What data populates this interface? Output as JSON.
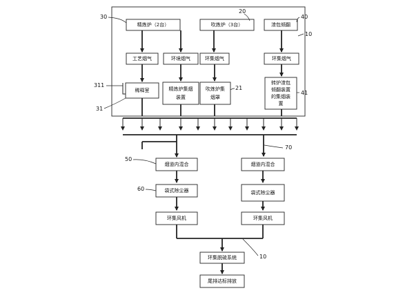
{
  "boxes": {
    "refining_furnace": "精炼炉（2台）",
    "converter": "吹炼炉（3台）",
    "ladle_tipping": "渣包倾翻",
    "process_fume": "工艺烟气",
    "env_fume_1": "环境烟气",
    "env_fume_2": "环集烟气",
    "env_fume_3": "环集烟气",
    "dilution_room": "稀释室",
    "refining_hood": [
      "精炼炉集烟",
      "装置"
    ],
    "converter_hood": [
      "吹炼炉集",
      "烟罩"
    ],
    "ladle_hood": [
      "转炉渣包",
      "倾翻装置",
      "的集烟装",
      "置"
    ],
    "duct_mix_left": "烟道内混合",
    "duct_mix_right": "烟道内混合",
    "bag_filter_left": "袋式除尘器",
    "bag_filter_right": "袋式除尘器",
    "fan_left": "环集风机",
    "fan_right": "环集风机",
    "desulfurization": "环集脱硫系统",
    "emission": "尾排达标排放"
  },
  "callouts": {
    "n10_top": "10",
    "n20": "20",
    "n30": "30",
    "n40": "40",
    "n311": "311",
    "n31": "31",
    "n21": "21",
    "n41": "41",
    "n50": "50",
    "n70": "70",
    "n60": "60",
    "n10_bottom": "10"
  }
}
